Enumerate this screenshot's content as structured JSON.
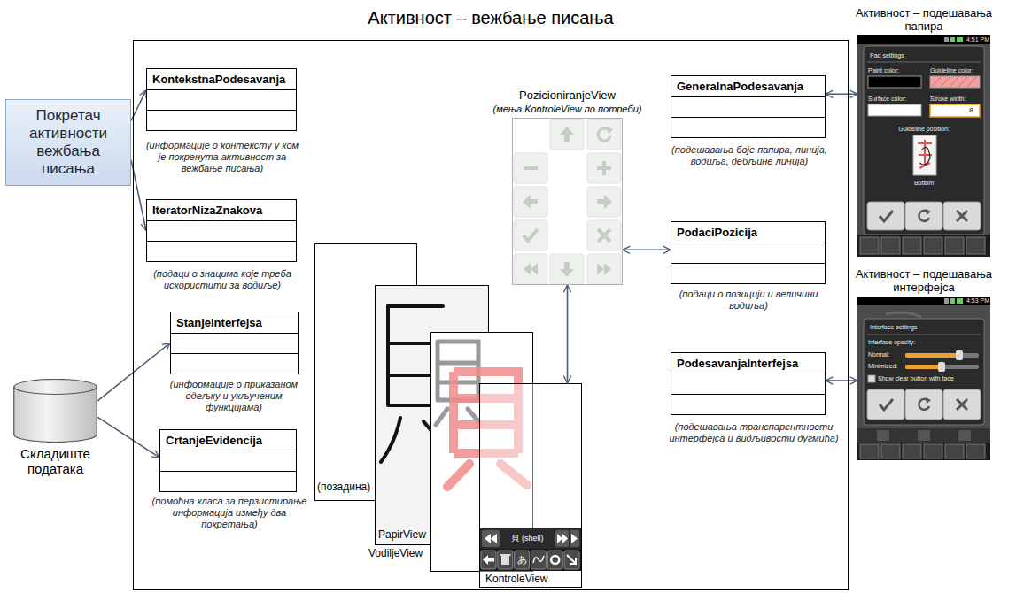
{
  "diagram": {
    "nodes": [
      {
        "text": [
          "Активност – вежбање писања"
        ]
      },
      {
        "text": [
          "Покретач активности вежбања писања"
        ]
      },
      {
        "text": [
          "KontekstnaPodesavanja"
        ],
        "in": 0
      },
      {
        "text": [
          "IteratorNizaZnakova"
        ],
        "in": 0
      },
      {
        "text": [
          "StanjeInterfejsa"
        ],
        "in": 0
      },
      {
        "text": [
          "CrtanjeEvidencija"
        ],
        "in": 0
      },
      {
        "text": [
          "Складиште података"
        ]
      },
      {
        "text": [
          "PozicioniranjeView",
          "(мења KontroleView по потреби)"
        ],
        "in": 0
      },
      {
        "text": [
          "GeneralnaPodesavanja"
        ],
        "in": 0
      },
      {
        "text": [
          "PodaciPozicija"
        ],
        "in": 0
      },
      {
        "text": [
          "PodesavanjaInterfejsa"
        ],
        "in": 0
      },
      {
        "text": [
          "(позадина)"
        ],
        "in": 0
      },
      {
        "text": [
          "PapirView"
        ],
        "in": 0
      },
      {
        "text": [
          "VodiljeView"
        ],
        "in": 0
      },
      {
        "text": [
          "KontroleView"
        ],
        "in": 0
      },
      {
        "text": [
          "Активност – подешавања папира"
        ]
      },
      {
        "text": [
          "Активност – подешавања интерфејса"
        ]
      }
    ],
    "edges": [
      {
        "from": 1,
        "to": 2,
        "arrow": "to"
      },
      {
        "from": 1,
        "to": 3,
        "arrow": "to"
      },
      {
        "from": 6,
        "to": 4,
        "arrow": "to"
      },
      {
        "from": 6,
        "to": 5,
        "arrow": "to"
      },
      {
        "from": 7,
        "to": 9,
        "arrow": "both"
      },
      {
        "from": 7,
        "to": 14,
        "arrow": "both"
      },
      {
        "from": 8,
        "to": 15,
        "arrow": "both"
      },
      {
        "from": 10,
        "to": 16,
        "arrow": "both"
      }
    ],
    "labels": [
      "(информације о контексту у ком је покренута активност за вежбање писања)",
      "(подаци о знацима које треба искористити за водиље)",
      "(информације о приказаном одељку и укљученим функцијама)",
      "(помоћна класа за перзистирање информација између два покретања)",
      "(подешавања боје папира, линија, водиља, дебљине линија)",
      "(подаци о позицији и величини водиља)",
      "(подешавања транспарентности интерфејса и видљивости дугмића)",
      "貝 (shell)",
      "あ",
      "4:51 PM",
      "Pad settings",
      "Paint color:",
      "Guideline color:",
      "Surface color:",
      "Stroke width:",
      "8",
      "Guideline position:",
      "Bottom",
      "4:53 PM",
      "Interface settings",
      "Interface opacity:",
      "Normal:",
      "Minimized:",
      "Show clear button with fade"
    ]
  }
}
